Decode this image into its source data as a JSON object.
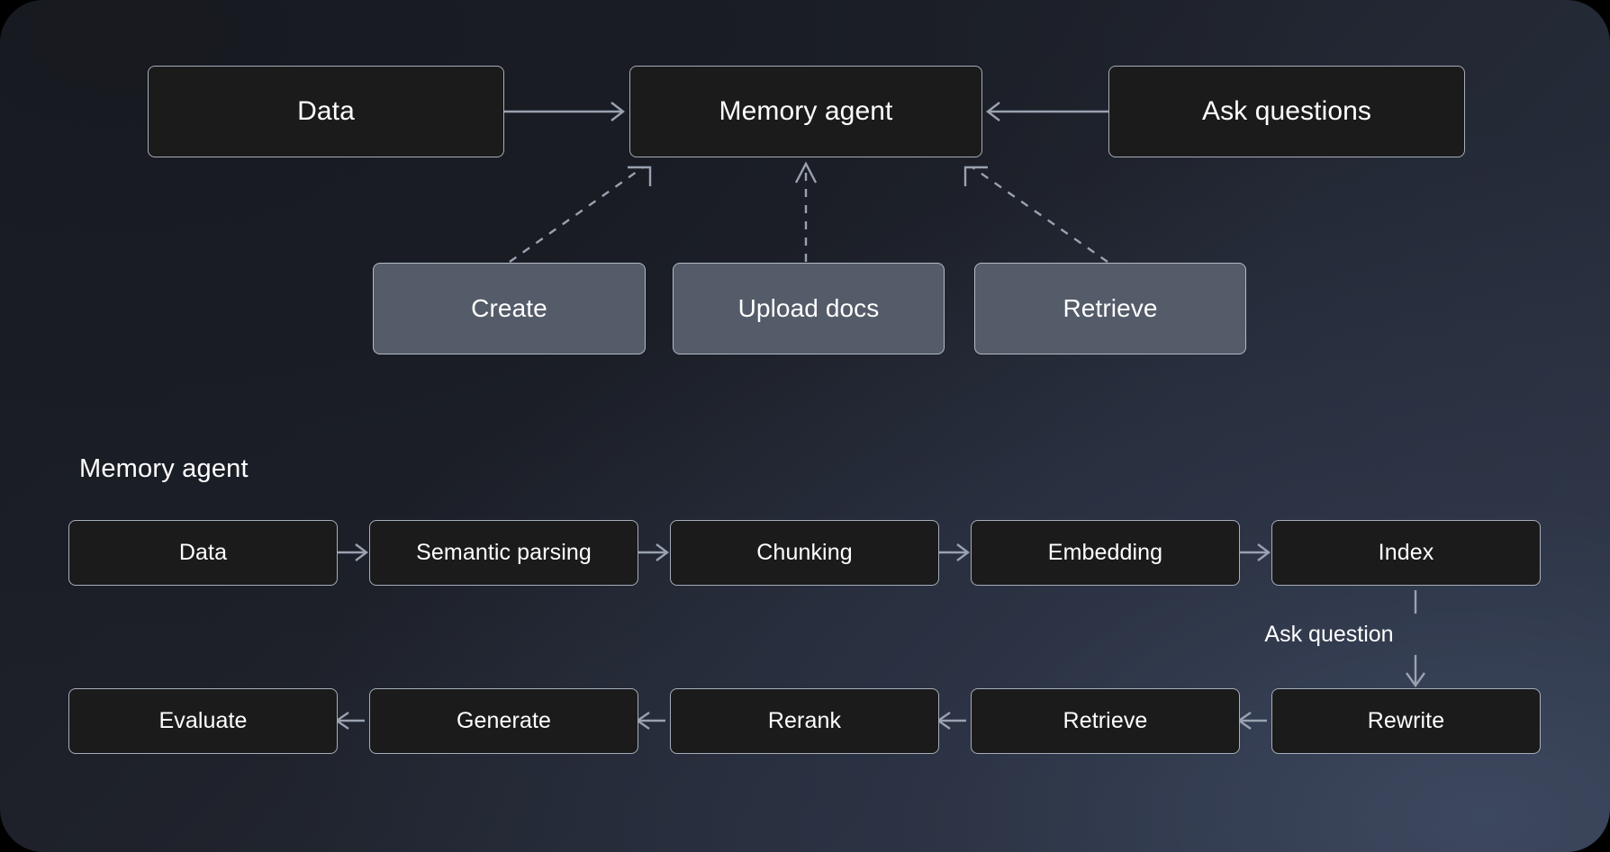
{
  "diagram": {
    "title_overview": "",
    "overview": {
      "nodes": [
        {
          "id": "data",
          "label": "Data"
        },
        {
          "id": "memory-agent",
          "label": "Memory agent"
        },
        {
          "id": "ask-questions",
          "label": "Ask questions"
        }
      ],
      "actions": [
        {
          "id": "create",
          "label": "Create"
        },
        {
          "id": "upload-docs",
          "label": "Upload docs"
        },
        {
          "id": "retrieve",
          "label": "Retrieve"
        }
      ]
    },
    "detail": {
      "section_title": "Memory agent",
      "row_top": [
        {
          "id": "data",
          "label": "Data"
        },
        {
          "id": "semantic-parsing",
          "label": "Semantic parsing"
        },
        {
          "id": "chunking",
          "label": "Chunking"
        },
        {
          "id": "embedding",
          "label": "Embedding"
        },
        {
          "id": "index",
          "label": "Index"
        }
      ],
      "connector_label": "Ask question",
      "row_bottom": [
        {
          "id": "evaluate",
          "label": "Evaluate"
        },
        {
          "id": "generate",
          "label": "Generate"
        },
        {
          "id": "rerank",
          "label": "Rerank"
        },
        {
          "id": "retrieve",
          "label": "Retrieve"
        },
        {
          "id": "rewrite",
          "label": "Rewrite"
        }
      ]
    }
  },
  "colors": {
    "node_fill_dark": "#1b1b1b",
    "node_fill_light": "#555c69",
    "node_border": "#a6adbb",
    "edge_stroke": "#9aa2b1",
    "text": "#ffffff",
    "canvas_dark": "#1b1d23",
    "canvas_light": "#2b3241"
  }
}
